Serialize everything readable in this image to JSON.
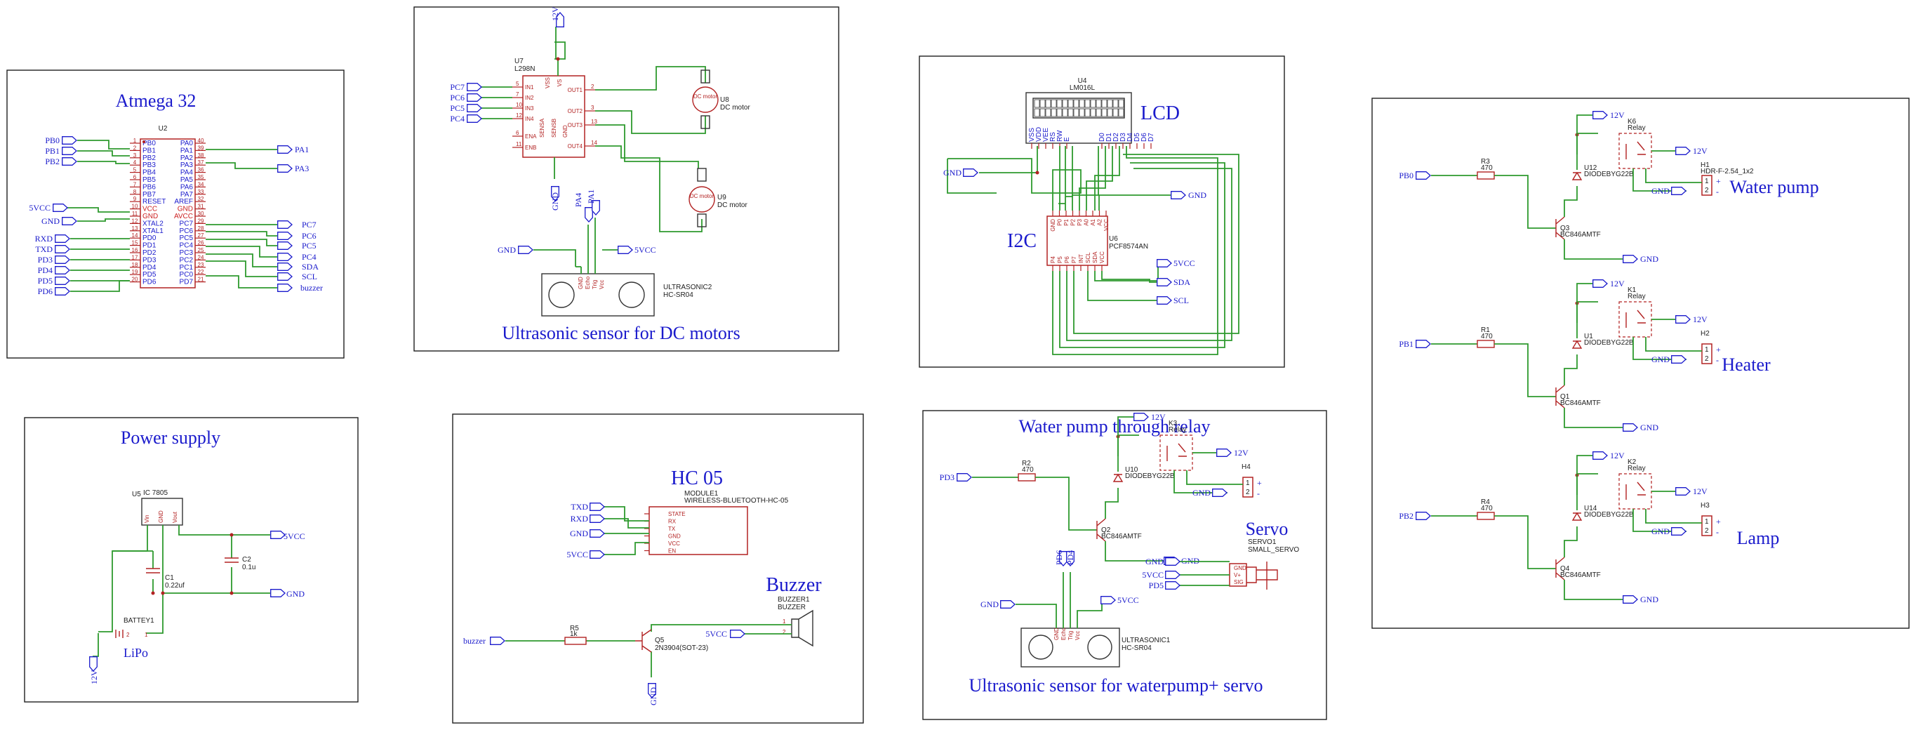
{
  "titles": {
    "atmega": "Atmega 32",
    "ultra_dc": "Ultrasonic sensor for DC motors",
    "lcd": "LCD",
    "i2c": "I2C",
    "water_pump": "Water pump",
    "heater": "Heater",
    "lamp": "Lamp",
    "power": "Power supply",
    "hc05": "HC 05",
    "buzzer": "Buzzer",
    "water_relay": "Water pump through relay",
    "servo": "Servo",
    "ultra_wp": "Ultrasonic sensor for waterpump+ servo"
  },
  "atmega": {
    "ref": "U2",
    "left_pins": [
      "PB0",
      "PB1",
      "PB2",
      "PB3",
      "PB4",
      "PB5",
      "PB6",
      "PB7",
      "RESET",
      "VCC",
      "GND",
      "XTAL2",
      "XTAL1",
      "PD0",
      "PD1",
      "PD2",
      "PD3",
      "PD4",
      "PD5",
      "PD6"
    ],
    "left_nums": [
      "1",
      "2",
      "3",
      "4",
      "5",
      "6",
      "7",
      "8",
      "9",
      "10",
      "11",
      "12",
      "13",
      "14",
      "15",
      "16",
      "17",
      "18",
      "19",
      "20"
    ],
    "right_pins": [
      "PA0",
      "PA1",
      "PA2",
      "PA3",
      "PA4",
      "PA5",
      "PA6",
      "PA7",
      "AREF",
      "GND",
      "AVCC",
      "PC7",
      "PC6",
      "PC5",
      "PC4",
      "PC3",
      "PC2",
      "PC1",
      "PC0",
      "PD7"
    ],
    "right_nums": [
      "40",
      "39",
      "38",
      "37",
      "36",
      "35",
      "34",
      "33",
      "32",
      "31",
      "30",
      "29",
      "28",
      "27",
      "26",
      "25",
      "24",
      "23",
      "22",
      "21"
    ],
    "nets_left": [
      "PB0",
      "PB1",
      "PB2",
      "5VCC",
      "GND",
      "RXD",
      "TXD",
      "PD3",
      "PD4",
      "PD5",
      "PD6"
    ],
    "nets_right": [
      "PA1",
      "PA3",
      "PC7",
      "PC6",
      "PC5",
      "PC4",
      "SDA",
      "SCL",
      "buzzer"
    ]
  },
  "l298": {
    "ref": "U7",
    "value": "L298N",
    "left_pins": [
      "IN1",
      "IN2",
      "IN3",
      "IN4",
      "ENA",
      "ENB"
    ],
    "left_nums": [
      "5",
      "7",
      "10",
      "12",
      "6",
      "11"
    ],
    "right_pins": [
      "OUT1",
      "OUT2",
      "OUT3",
      "OUT4"
    ],
    "right_nums": [
      "2",
      "3",
      "13",
      "14"
    ],
    "top_pins": [
      "VSS",
      "VS"
    ],
    "bottom_pins": [
      "SENSA",
      "SENSB",
      "GND"
    ],
    "nets": [
      "PC7",
      "PC6",
      "PC5",
      "PC4",
      "12V",
      "GND",
      "PA4",
      "PA1",
      "GND",
      "5VCC"
    ],
    "motor1_ref": "U8",
    "motor1_val": "DC motor",
    "motor2_ref": "U9",
    "motor2_val": "DC motor",
    "motor_label": "DC motor",
    "sensor_ref": "ULTRASONIC2",
    "sensor_val": "HC-SR04",
    "sensor_pins": [
      "GND",
      "Echo",
      "Trig",
      "Vcc"
    ]
  },
  "lcd": {
    "ref": "U4",
    "value": "LM016L",
    "pins": [
      "VSS",
      "VDD",
      "VEE",
      "RS",
      "RW",
      "E",
      "D0",
      "D1",
      "D2",
      "D3",
      "D4",
      "D5",
      "D6",
      "D7"
    ],
    "i2c_ref": "U6",
    "i2c_val": "PCF8574AN",
    "i2c_top": [
      "GND",
      "P0",
      "P1",
      "P2",
      "P3",
      "A0",
      "A1",
      "A2",
      "VCC"
    ],
    "i2c_bottom": [
      "P4",
      "P5",
      "P6",
      "P7",
      "INT",
      "SCL",
      "SDA",
      "VCC"
    ],
    "nets": [
      "GND",
      "GND",
      "5VCC",
      "SDA",
      "SCL"
    ]
  },
  "relays": [
    {
      "net_in": "PB0",
      "res_ref": "R3",
      "res_val": "470",
      "diode_ref": "U12",
      "diode_val": "DIODEBYG22B",
      "tr_ref": "Q3",
      "tr_val": "BC846AMTF",
      "relay_ref": "K6",
      "relay_val": "Relay",
      "hdr_ref": "H1",
      "hdr_val": "HDR-F-2.54_1x2",
      "v12": "12V",
      "gnd": "GND"
    },
    {
      "net_in": "PB1",
      "res_ref": "R1",
      "res_val": "470",
      "diode_ref": "U1",
      "diode_val": "DIODEBYG22B",
      "tr_ref": "Q1",
      "tr_val": "BC846AMTF",
      "relay_ref": "K1",
      "relay_val": "Relay",
      "hdr_ref": "H2",
      "hdr_val": "",
      "v12": "12V",
      "gnd": "GND"
    },
    {
      "net_in": "PB2",
      "res_ref": "R4",
      "res_val": "470",
      "diode_ref": "U14",
      "diode_val": "DIODEBYG22B",
      "tr_ref": "Q4",
      "tr_val": "BC846AMTF",
      "relay_ref": "K2",
      "relay_val": "Relay",
      "hdr_ref": "H3",
      "hdr_val": "",
      "v12": "12V",
      "gnd": "GND"
    },
    {
      "net_in": "PD3",
      "res_ref": "R2",
      "res_val": "470",
      "diode_ref": "U10",
      "diode_val": "DIODEBYG22B",
      "tr_ref": "Q2",
      "tr_val": "BC846AMTF",
      "relay_ref": "K3",
      "relay_val": "Relay",
      "hdr_ref": "H4",
      "hdr_val": "",
      "v12": "12V",
      "gnd": "GND"
    }
  ],
  "hdr_pins": [
    "1",
    "2"
  ],
  "hdr_signs": [
    "+",
    "-"
  ],
  "power": {
    "reg_ref": "U5",
    "reg_val": "IC 7805",
    "reg_pins": [
      "Vin",
      "GND",
      "Vout"
    ],
    "c1_ref": "C1",
    "c1_val": "0.22uf",
    "c2_ref": "C2",
    "c2_val": "0.1u",
    "bat_ref": "BATTEY1",
    "bat_val": "LiPo",
    "bat_pins": [
      "2",
      "1"
    ],
    "nets": [
      "5VCC",
      "GND",
      "12V"
    ]
  },
  "hc05": {
    "ref": "MODULE1",
    "value": "WIRELESS-BLUETOOTH-HC-05",
    "pins": [
      "STATE",
      "RX",
      "TX",
      "GND",
      "VCC",
      "EN"
    ],
    "nets": [
      "TXD",
      "RXD",
      "GND",
      "5VCC"
    ]
  },
  "buzzer": {
    "ref": "BUZZER1",
    "value": "BUZZER",
    "res_ref": "R5",
    "res_val": "1k",
    "tr_ref": "Q5",
    "tr_val": "2N3904(SOT-23)",
    "pins": [
      "1",
      "2"
    ],
    "nets": [
      "buzzer",
      "5VCC",
      "GND"
    ]
  },
  "servo": {
    "ref": "SERVO1",
    "value": "SMALL_SERVO",
    "pins": [
      "GND",
      "V+",
      "SIG"
    ],
    "nets": [
      "GND",
      "5VCC",
      "PD5"
    ]
  },
  "ultra_wp": {
    "ref": "ULTRASONIC1",
    "value": "HC-SR04",
    "pins": [
      "GND",
      "Echo",
      "Trig",
      "Vcc"
    ],
    "nets": [
      "GND",
      "PD6",
      "PD4",
      "5VCC"
    ]
  }
}
